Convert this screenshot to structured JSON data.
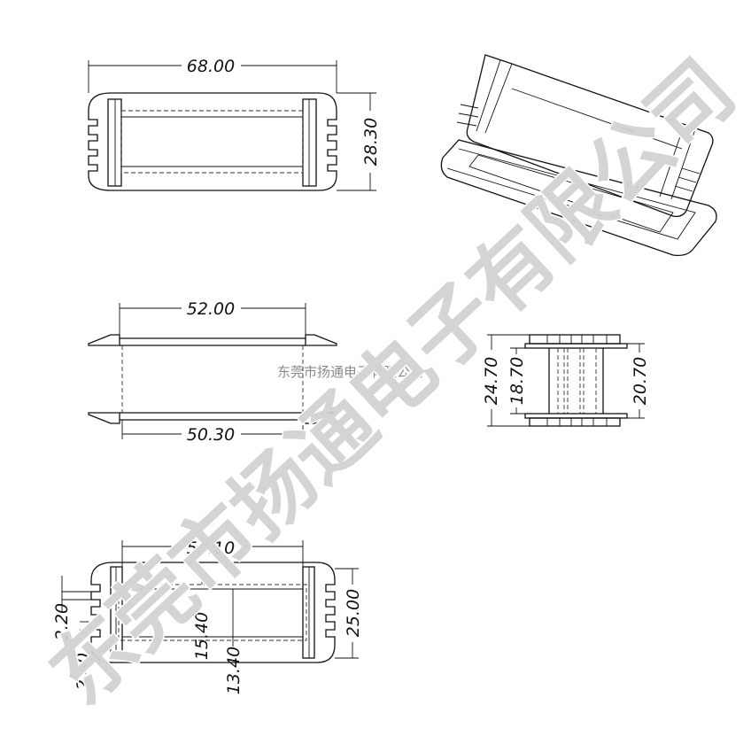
{
  "watermark": {
    "large_text": "东莞市扬通电子有限公司",
    "small_text": "东莞市扬通电子有限公司"
  },
  "views": {
    "top_view": {
      "width_dim": "68.00",
      "height_dim": "28.30"
    },
    "side_view": {
      "top_dim": "52.00",
      "bottom_dim": "50.30"
    },
    "end_view": {
      "outer_dim": "24.70",
      "inner_dim": "18.70",
      "right_dim": "20.70"
    },
    "bottom_view": {
      "width_dim": "50.10",
      "height_dim": "25.00",
      "window_dim": "15.40",
      "core_dim": "13.40",
      "slot_dim": "2.20",
      "rib_dim": "2.40"
    }
  }
}
